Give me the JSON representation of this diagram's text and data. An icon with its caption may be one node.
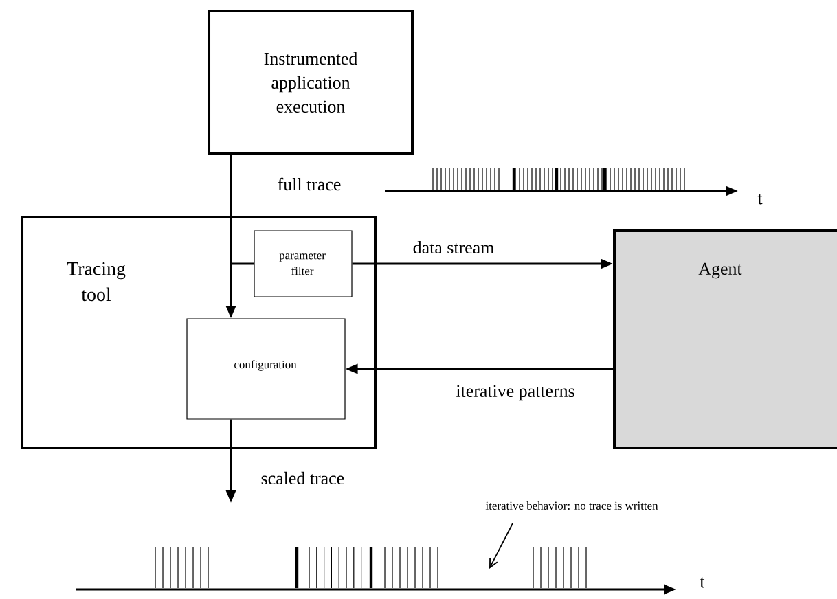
{
  "diagram": {
    "nodes": [
      {
        "text": [
          "Instrumented application execution"
        ]
      },
      {
        "text": [
          "Tracing tool"
        ]
      },
      {
        "text": [
          "parameter filter"
        ],
        "in": 1
      },
      {
        "text": [
          "configuration"
        ],
        "in": 1
      },
      {
        "text": [
          "Agent"
        ]
      },
      {
        "text": [
          "iterative behavior: no trace is written"
        ]
      }
    ],
    "edges": [
      {
        "from": 0,
        "to": 3,
        "arrow": "to"
      },
      {
        "from": 0,
        "to": 2,
        "arrow": "none"
      },
      {
        "from": 2,
        "to": 4,
        "arrow": "to",
        "label": "data stream"
      },
      {
        "from": 4,
        "to": 3,
        "arrow": "to",
        "label": "iterative patterns"
      },
      {
        "from": 3,
        "to": null,
        "arrow": "to",
        "label": "scaled trace"
      },
      {
        "from": 5,
        "to": null,
        "arrow": "to"
      }
    ],
    "labels": [
      "full trace",
      "t",
      "t"
    ]
  }
}
